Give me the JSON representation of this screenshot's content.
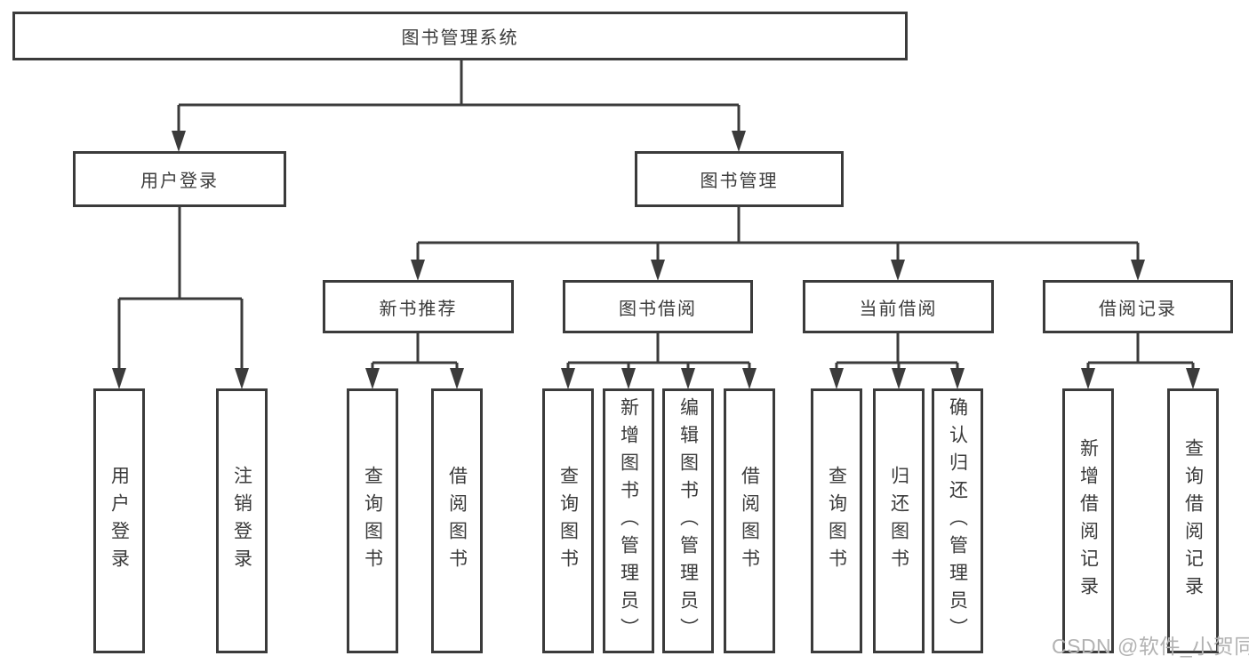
{
  "diagram": {
    "root": {
      "label": "图书管理系统"
    },
    "branches": [
      {
        "label": "用户登录",
        "leaves": [
          {
            "label": "用户登录"
          },
          {
            "label": "注销登录"
          }
        ]
      },
      {
        "label": "图书管理",
        "groups": [
          {
            "label": "新书推荐",
            "leaves": [
              {
                "label": "查询图书"
              },
              {
                "label": "借阅图书"
              }
            ]
          },
          {
            "label": "图书借阅",
            "leaves": [
              {
                "label": "查询图书"
              },
              {
                "label": "新增图书（管理员）"
              },
              {
                "label": "编辑图书（管理员）"
              },
              {
                "label": "借阅图书"
              }
            ]
          },
          {
            "label": "当前借阅",
            "leaves": [
              {
                "label": "查询图书"
              },
              {
                "label": "归还图书"
              },
              {
                "label": "确认归还（管理员）"
              }
            ]
          },
          {
            "label": "借阅记录",
            "leaves": [
              {
                "label": "新增借阅记录"
              },
              {
                "label": "查询借阅记录"
              }
            ]
          }
        ]
      }
    ],
    "watermark": "CSDN @软件_小贺同学",
    "colors": {
      "line": "#3b3b3b",
      "text": "#3b3b3b",
      "watermark": "#b2b2b2",
      "background": "#ffffff"
    }
  }
}
